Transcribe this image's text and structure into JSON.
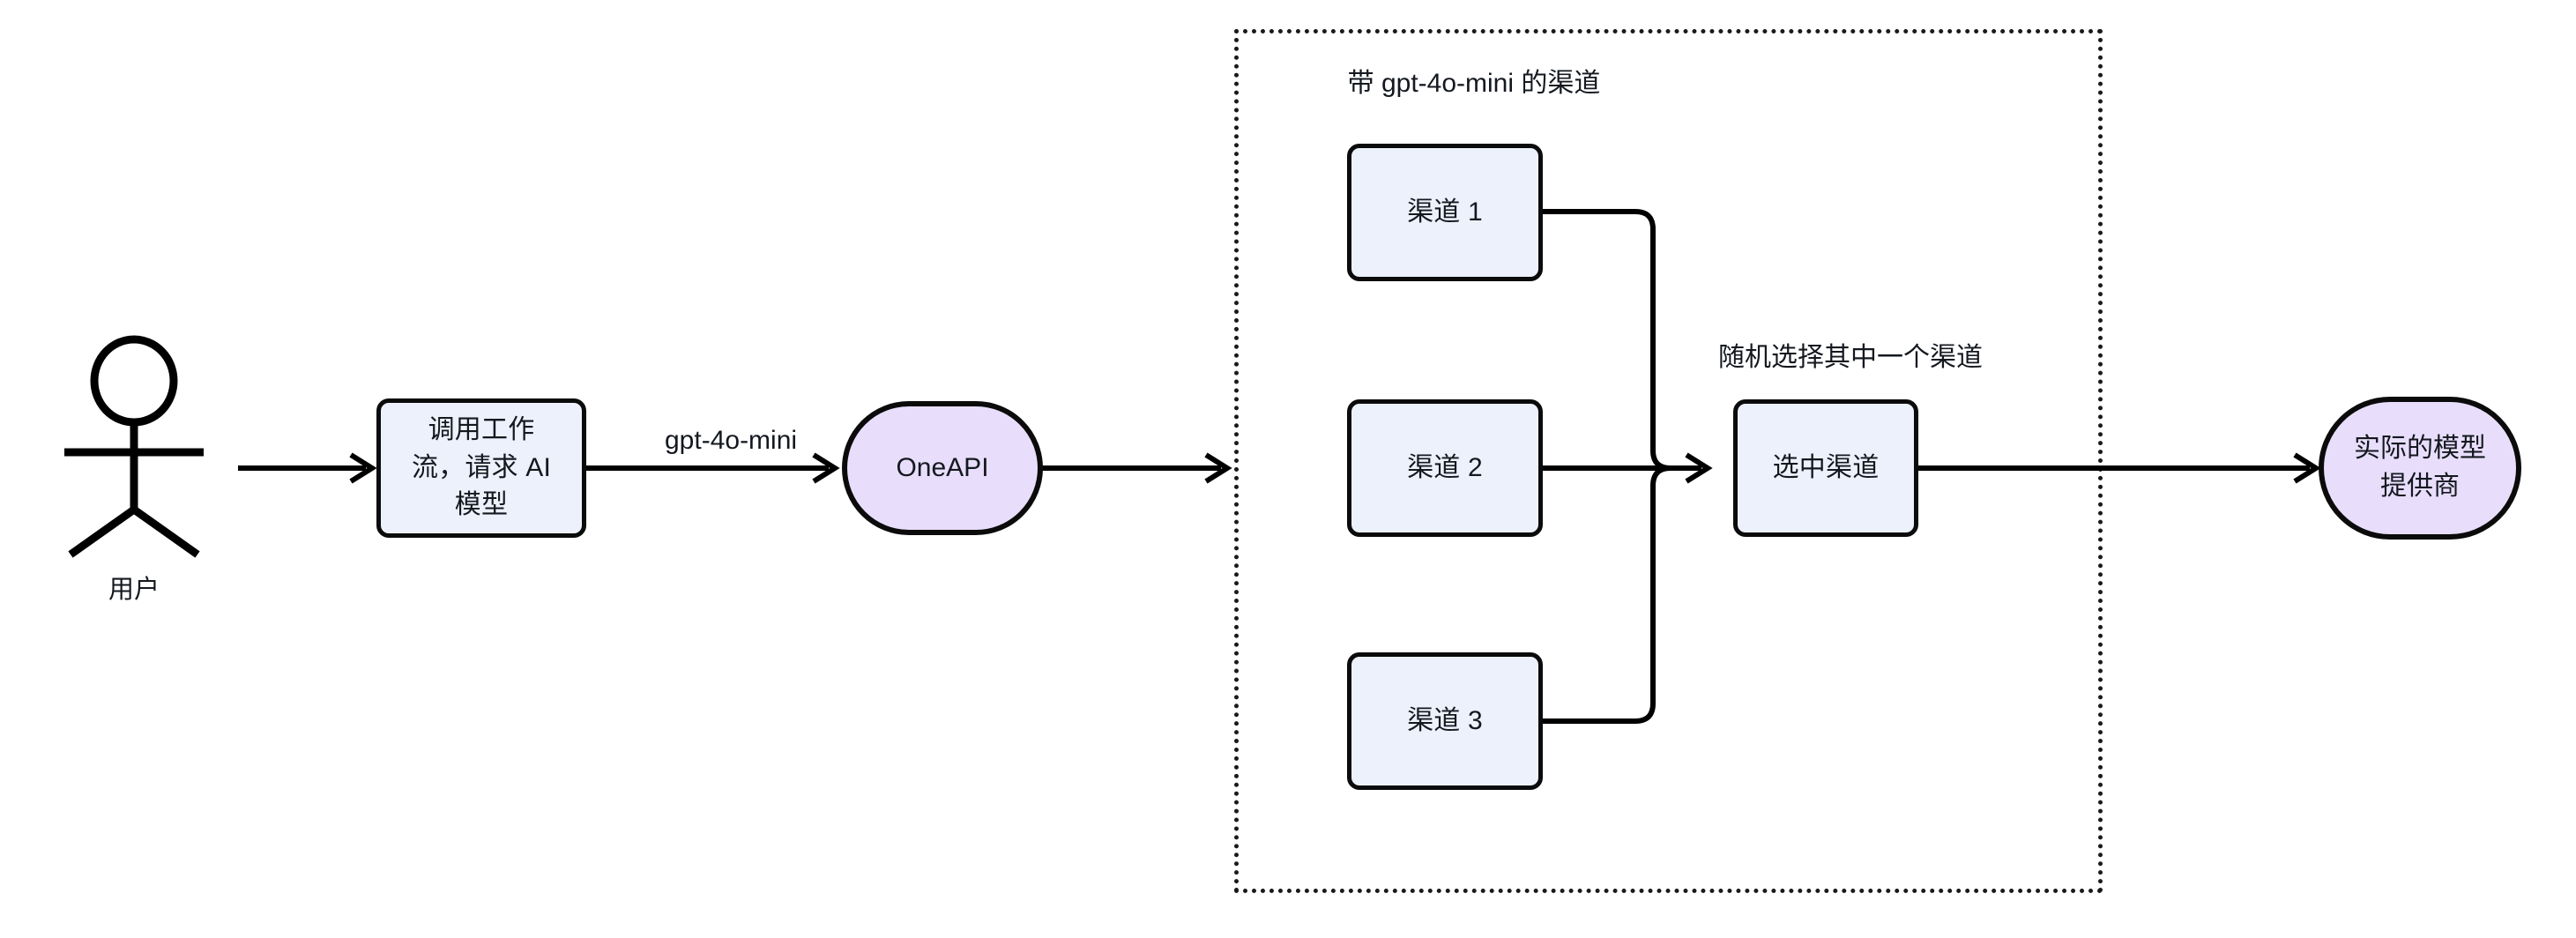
{
  "diagram": {
    "title": "OneAPI channel selection flow",
    "background": "#ffffff",
    "colors": {
      "box_fill": "#ECF1FB",
      "stadium_fill": "#E8DEFB",
      "stroke": "#0b0b0b",
      "text": "#14181f",
      "group_border": "#1a1a1a"
    }
  },
  "actor": {
    "name": "user-actor",
    "label": "用户"
  },
  "nodes": {
    "workflow": {
      "label": "调用工作流，请求 AI 模型"
    },
    "oneapi": {
      "label": "OneAPI"
    },
    "channel1": {
      "label": "渠道 1"
    },
    "channel2": {
      "label": "渠道 2"
    },
    "channel3": {
      "label": "渠道 3"
    },
    "selected_channel": {
      "label": "选中渠道"
    },
    "provider": {
      "label": "实际的模型提供商"
    }
  },
  "group": {
    "label": "带 gpt-4o-mini 的渠道"
  },
  "labels": {
    "model_edge": "gpt-4o-mini",
    "random_pick": "随机选择其中一个渠道"
  },
  "flow": [
    {
      "from": "用户",
      "to": "调用工作流，请求 AI 模型",
      "label": ""
    },
    {
      "from": "调用工作流，请求 AI 模型",
      "to": "OneAPI",
      "label": "gpt-4o-mini"
    },
    {
      "from": "OneAPI",
      "to": "带 gpt-4o-mini 的渠道",
      "label": ""
    },
    {
      "from": "渠道 1",
      "to": "选中渠道",
      "label": "随机选择其中一个渠道"
    },
    {
      "from": "渠道 2",
      "to": "选中渠道",
      "label": "随机选择其中一个渠道"
    },
    {
      "from": "渠道 3",
      "to": "选中渠道",
      "label": "随机选择其中一个渠道"
    },
    {
      "from": "选中渠道",
      "to": "实际的模型提供商",
      "label": ""
    }
  ]
}
